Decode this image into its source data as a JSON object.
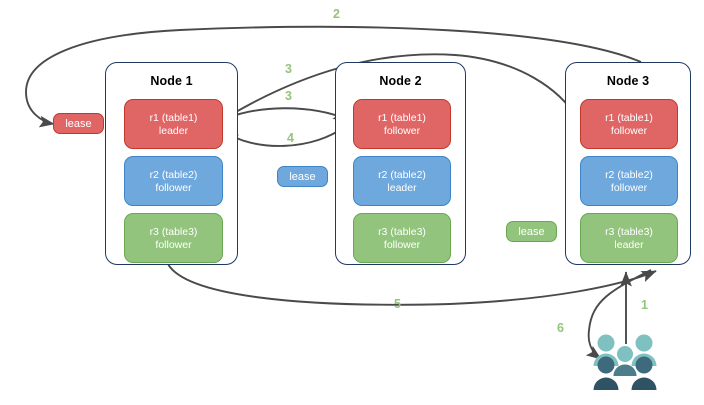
{
  "diagram": {
    "title": "",
    "colors": {
      "replica_red": "#e06666",
      "replica_red_border": "#c0392b",
      "replica_blue": "#6fa8dc",
      "replica_blue_border": "#3d85c6",
      "replica_green": "#93c47d",
      "replica_green_border": "#6aa84f",
      "node_border": "#1f3864",
      "arrow": "#4a4a4a",
      "step_label": "#93c47d",
      "client_light": "#7fc0c0",
      "client_dark": "#2f5364"
    }
  },
  "nodes": [
    {
      "title": "Node 1",
      "replicas": [
        {
          "name": "r1 (table1)",
          "role": "leader",
          "color": "red"
        },
        {
          "name": "r2 (table2)",
          "role": "follower",
          "color": "blue"
        },
        {
          "name": "r3 (table3)",
          "role": "follower",
          "color": "green"
        }
      ]
    },
    {
      "title": "Node 2",
      "replicas": [
        {
          "name": "r1 (table1)",
          "role": "follower",
          "color": "red"
        },
        {
          "name": "r2 (table2)",
          "role": "leader",
          "color": "blue"
        },
        {
          "name": "r3 (table3)",
          "role": "follower",
          "color": "green"
        }
      ]
    },
    {
      "title": "Node 3",
      "replicas": [
        {
          "name": "r1 (table1)",
          "role": "follower",
          "color": "red"
        },
        {
          "name": "r2 (table2)",
          "role": "follower",
          "color": "blue"
        },
        {
          "name": "r3 (table3)",
          "role": "leader",
          "color": "green"
        }
      ]
    }
  ],
  "leases": [
    {
      "label": "lease",
      "color": "red",
      "for": "r1-table1"
    },
    {
      "label": "lease",
      "color": "blue",
      "for": "r2-table2"
    },
    {
      "label": "lease",
      "color": "green",
      "for": "r3-table3"
    }
  ],
  "steps": [
    {
      "id": "1",
      "label": "1"
    },
    {
      "id": "2",
      "label": "2"
    },
    {
      "id": "3a",
      "label": "3"
    },
    {
      "id": "3b",
      "label": "3"
    },
    {
      "id": "4",
      "label": "4"
    },
    {
      "id": "5",
      "label": "5"
    },
    {
      "id": "6",
      "label": "6"
    }
  ],
  "clients": {
    "name": "clients",
    "person_count": 5
  }
}
